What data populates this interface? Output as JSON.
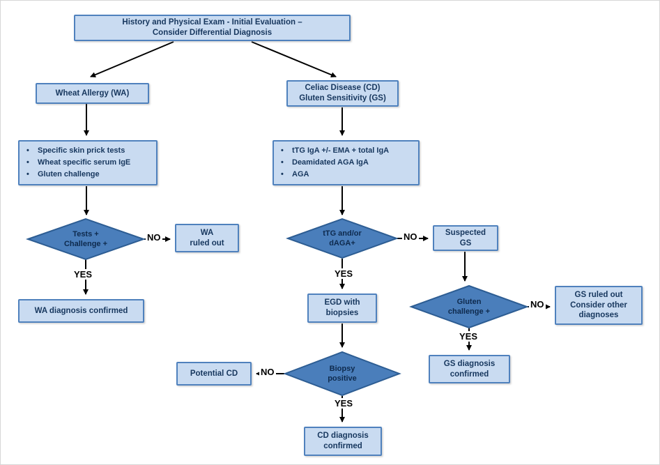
{
  "labels": {
    "yes": "YES",
    "no": "NO"
  },
  "colors": {
    "box_fill": "#c9dbf1",
    "box_border": "#4f81bd",
    "diamond_fill": "#4a7ebb",
    "diamond_border": "#2d5d93",
    "arrow": "#000000",
    "box_text": "#17375e"
  },
  "nodes": {
    "title": {
      "lines": [
        "History and Physical Exam  - Initial Evaluation –",
        "Consider Differential Diagnosis"
      ]
    },
    "wheat_allergy": {
      "lines": [
        "Wheat Allergy (WA)"
      ]
    },
    "celiac": {
      "lines": [
        "Celiac Disease  (CD)",
        "Gluten Sensitivity (GS)"
      ]
    },
    "wa_tests": {
      "items": [
        "Specific skin prick tests",
        "Wheat specific serum IgE",
        "Gluten challenge"
      ]
    },
    "cd_tests": {
      "items": [
        "tTG IgA +/- EMA + total IgA",
        "Deamidated AGA IgA",
        "AGA"
      ]
    },
    "wa_decision": {
      "lines": [
        "Tests +",
        "Challenge +"
      ]
    },
    "wa_ruled_out": {
      "lines": [
        "WA",
        "ruled out"
      ]
    },
    "wa_confirmed": {
      "lines": [
        "WA diagnosis confirmed"
      ]
    },
    "ttg_decision": {
      "lines": [
        "tTG and/or",
        "dAGA+"
      ]
    },
    "suspected_gs": {
      "lines": [
        "Suspected",
        "GS"
      ]
    },
    "gluten_decision": {
      "lines": [
        "Gluten",
        "challenge +"
      ]
    },
    "gs_ruled_out": {
      "lines": [
        "GS ruled out",
        "Consider other",
        "diagnoses"
      ]
    },
    "gs_confirmed": {
      "lines": [
        "GS diagnosis",
        "confirmed"
      ]
    },
    "egd": {
      "lines": [
        "EGD with",
        "biopsies"
      ]
    },
    "biopsy_decision": {
      "lines": [
        "Biopsy",
        "positive"
      ]
    },
    "potential_cd": {
      "lines": [
        "Potential CD"
      ]
    },
    "cd_confirmed": {
      "lines": [
        "CD diagnosis",
        "confirmed"
      ]
    }
  }
}
